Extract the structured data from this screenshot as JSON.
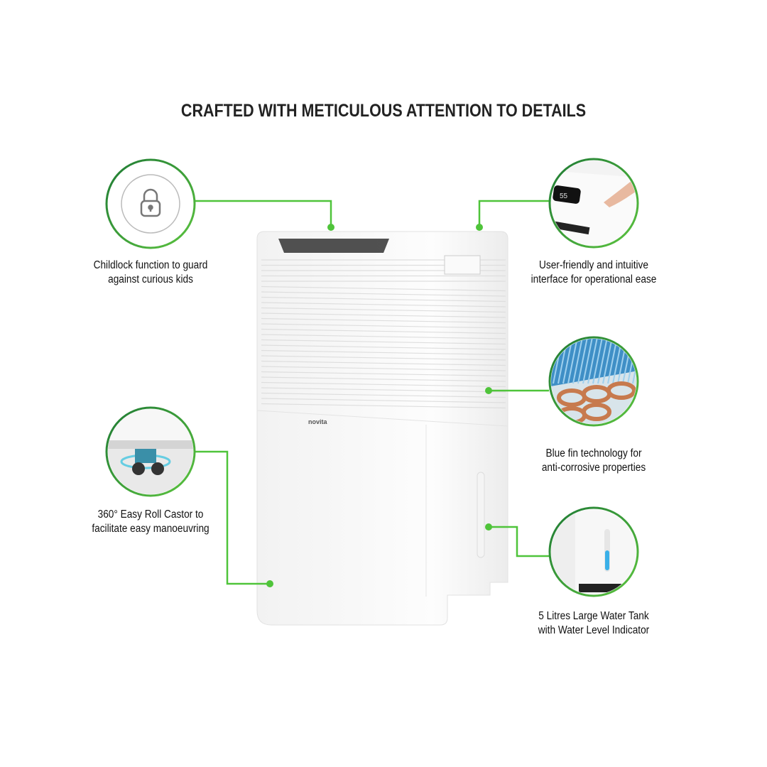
{
  "title": "CRAFTED WITH METICULOUS ATTENTION TO DETAILS",
  "brand": "novita",
  "accent_color": "#4fc43a",
  "ring_color": "#2e8b3a",
  "features": [
    {
      "icon": "lock-icon",
      "line1": "Childlock function to guard",
      "line2": "against curious kids"
    },
    {
      "icon": "control-panel-image",
      "line1": "User-friendly and intuitive",
      "line2": "interface for operational ease"
    },
    {
      "icon": "blue-fin-image",
      "line1": "Blue fin technology for",
      "line2": "anti-corrosive properties"
    },
    {
      "icon": "castor-wheel-image",
      "line1": "360° Easy Roll Castor to",
      "line2": "facilitate easy manoeuvring"
    },
    {
      "icon": "water-tank-image",
      "line1": "5 Litres Large Water Tank",
      "line2": "with Water Level Indicator"
    }
  ],
  "display_reading": "55"
}
